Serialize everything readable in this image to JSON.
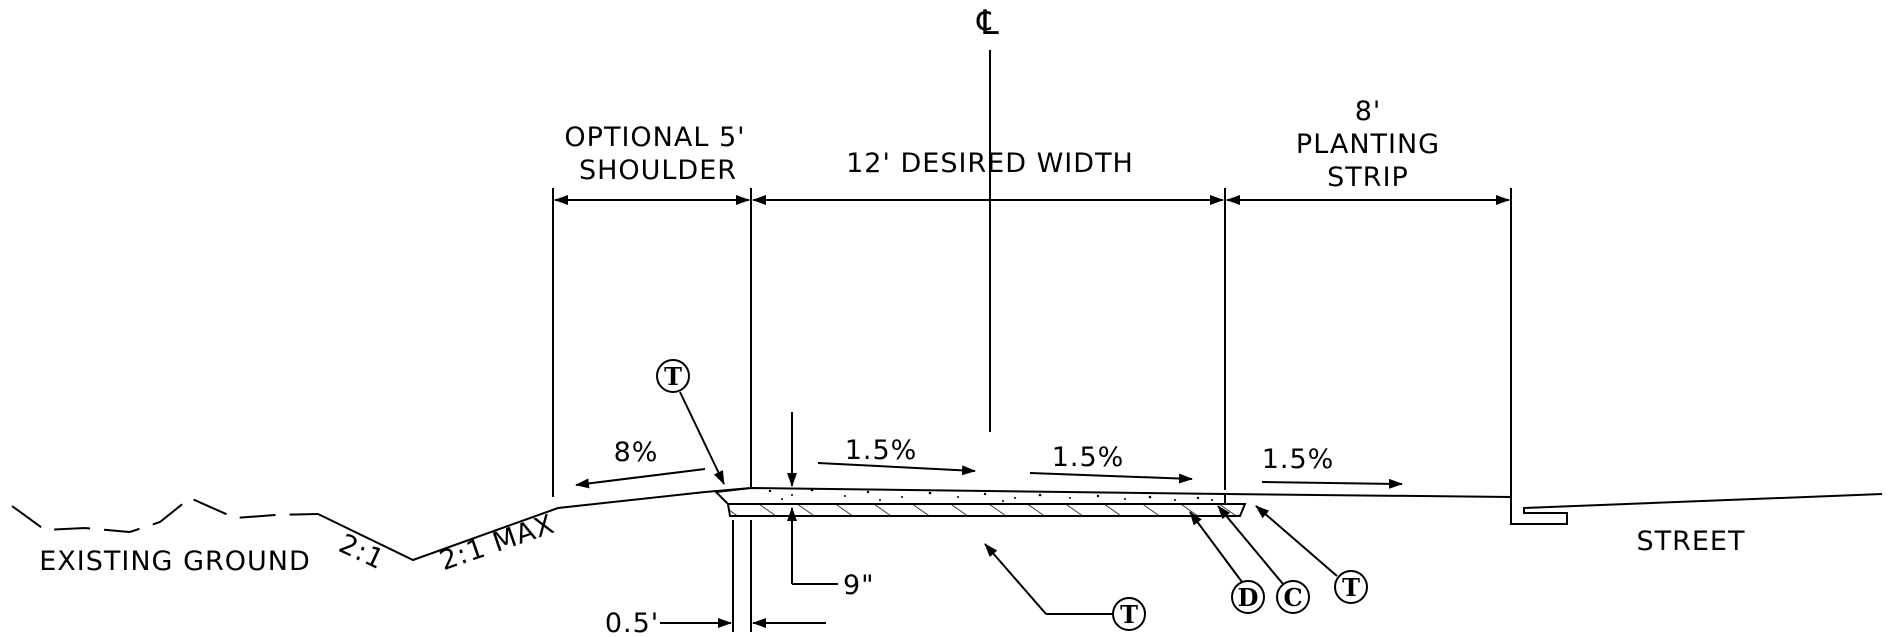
{
  "diagram": {
    "centerline_symbol": "℄",
    "labels": {
      "shoulder_line1": "OPTIONAL 5'",
      "shoulder_line2": "SHOULDER",
      "desired_width": "12' DESIRED WIDTH",
      "planting_line1": "8'",
      "planting_line2": "PLANTING",
      "planting_line3": "STRIP",
      "slope_8": "8%",
      "slope_15_a": "1.5%",
      "slope_15_b": "1.5%",
      "slope_15_c": "1.5%",
      "existing_ground": "EXISTING GROUND",
      "slope_21": "2:1",
      "slope_21_max": "2:1 MAX",
      "street": "STREET",
      "depth_9": "9\"",
      "offset_05": "0.5'"
    },
    "callouts": {
      "t_top": "T",
      "t_bottom": "T",
      "t_right": "T",
      "d": "D",
      "c": "C"
    }
  }
}
